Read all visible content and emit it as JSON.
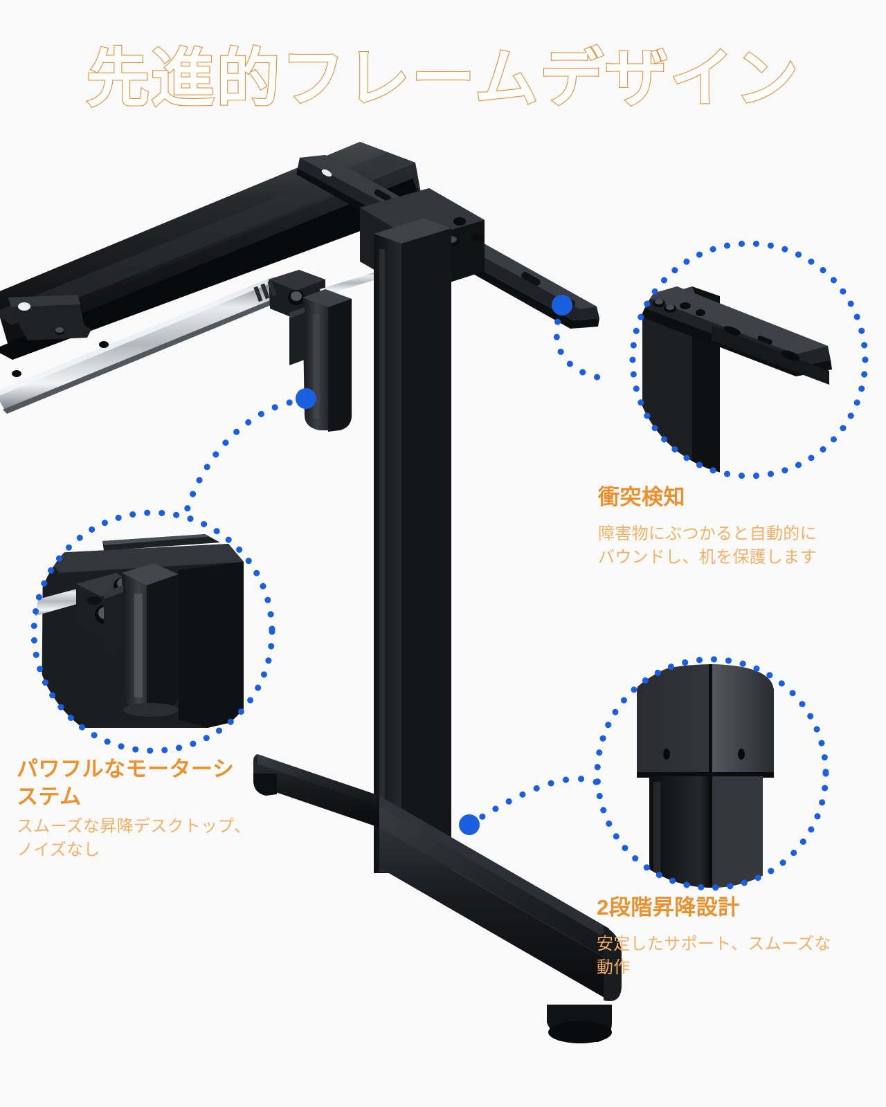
{
  "page": {
    "title": "先進的フレームデザイン",
    "background_color": "#fafafa",
    "accent_orange": "#e8912e",
    "body_orange": "#f2b167",
    "title_stroke_color": "#e08f35",
    "marker_blue": "#1a5fe0",
    "frame_black": "#1b1b1d",
    "chrome_silver": "#c9ccd1"
  },
  "callouts": [
    {
      "id": "collision-detection",
      "heading": "衝突検知",
      "body": "障害物にぶつかると自動的にバウンドし、机を保護します",
      "marker_label": "bracket-detail",
      "position": "top-right"
    },
    {
      "id": "powerful-motor",
      "heading": "パワフルなモーターシステム",
      "body": "スムーズな昇降デスクトップ、ノイズなし",
      "marker_label": "motor-detail",
      "position": "left"
    },
    {
      "id": "two-stage-lift",
      "heading": "2段階昇降設計",
      "body": "安定したサポート、スムーズな動作",
      "marker_label": "column-detail",
      "position": "bottom-right"
    }
  ],
  "detail_circles": [
    {
      "id": "bracket-circle",
      "subject": "desk-frame-bracket"
    },
    {
      "id": "motor-circle",
      "subject": "lift-motor-assembly"
    },
    {
      "id": "column-circle",
      "subject": "two-stage-telescoping-column"
    }
  ],
  "product": {
    "name": "electric-standing-desk-frame",
    "parts": [
      "crossbeam",
      "chrome-guide-rod",
      "t-top-bracket",
      "lift-motor",
      "leg-column",
      "t-foot-base"
    ]
  }
}
